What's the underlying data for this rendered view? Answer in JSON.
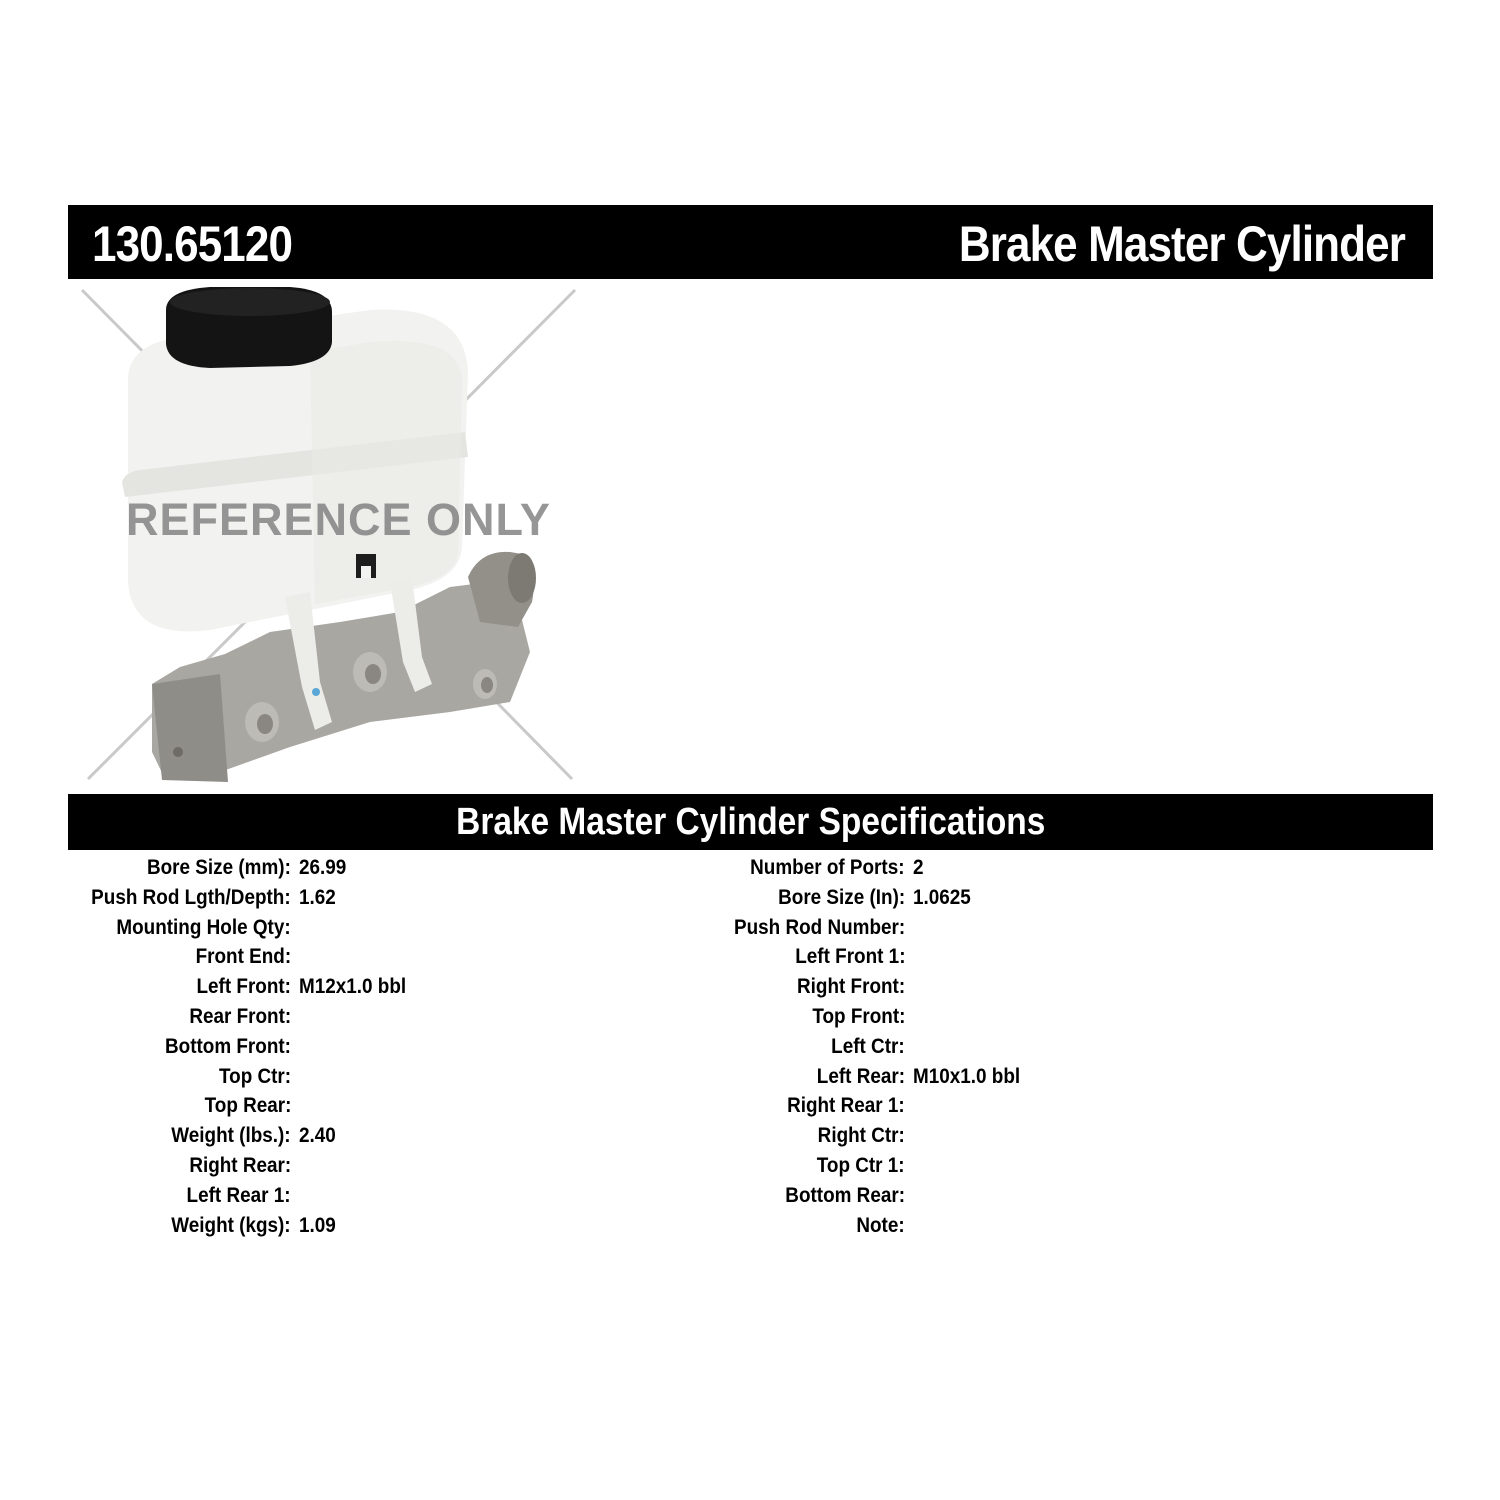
{
  "header": {
    "part_number": "130.65120",
    "product_type": "Brake Master Cylinder"
  },
  "image": {
    "alt": "Brake master cylinder with white reservoir and black cap",
    "watermark": "REFERENCE ONLY"
  },
  "specifications": {
    "title": "Brake Master Cylinder Specifications",
    "left": [
      {
        "label": "Bore Size (mm):",
        "value": "26.99"
      },
      {
        "label": "Push Rod Lgth/Depth:",
        "value": "1.62"
      },
      {
        "label": "Mounting Hole Qty:",
        "value": ""
      },
      {
        "label": "Front End:",
        "value": ""
      },
      {
        "label": "Left Front:",
        "value": "M12x1.0 bbl"
      },
      {
        "label": "Rear Front:",
        "value": ""
      },
      {
        "label": "Bottom Front:",
        "value": ""
      },
      {
        "label": "Top Ctr:",
        "value": ""
      },
      {
        "label": "Top Rear:",
        "value": ""
      },
      {
        "label": "Weight (lbs.):",
        "value": "2.40"
      },
      {
        "label": "Right Rear:",
        "value": ""
      },
      {
        "label": "Left Rear 1:",
        "value": ""
      },
      {
        "label": "Weight (kgs):",
        "value": "1.09"
      }
    ],
    "right": [
      {
        "label": "Number of Ports:",
        "value": "2"
      },
      {
        "label": "Bore Size (In):",
        "value": "1.0625"
      },
      {
        "label": "Push Rod Number:",
        "value": ""
      },
      {
        "label": "Left Front 1:",
        "value": ""
      },
      {
        "label": "Right Front:",
        "value": ""
      },
      {
        "label": "Top Front:",
        "value": ""
      },
      {
        "label": "Left Ctr:",
        "value": ""
      },
      {
        "label": "Left Rear:",
        "value": "M10x1.0 bbl"
      },
      {
        "label": "Right Rear 1:",
        "value": ""
      },
      {
        "label": "Right Ctr:",
        "value": ""
      },
      {
        "label": "Top Ctr 1:",
        "value": ""
      },
      {
        "label": "Bottom Rear:",
        "value": ""
      },
      {
        "label": "Note:",
        "value": ""
      }
    ]
  },
  "colors": {
    "banner_bg": "#000000",
    "banner_text": "#ffffff",
    "reservoir": "#f2f3f0",
    "cap": "#141414",
    "body_metal": "#a9a7a2",
    "watermark": "#7a7a7a"
  }
}
